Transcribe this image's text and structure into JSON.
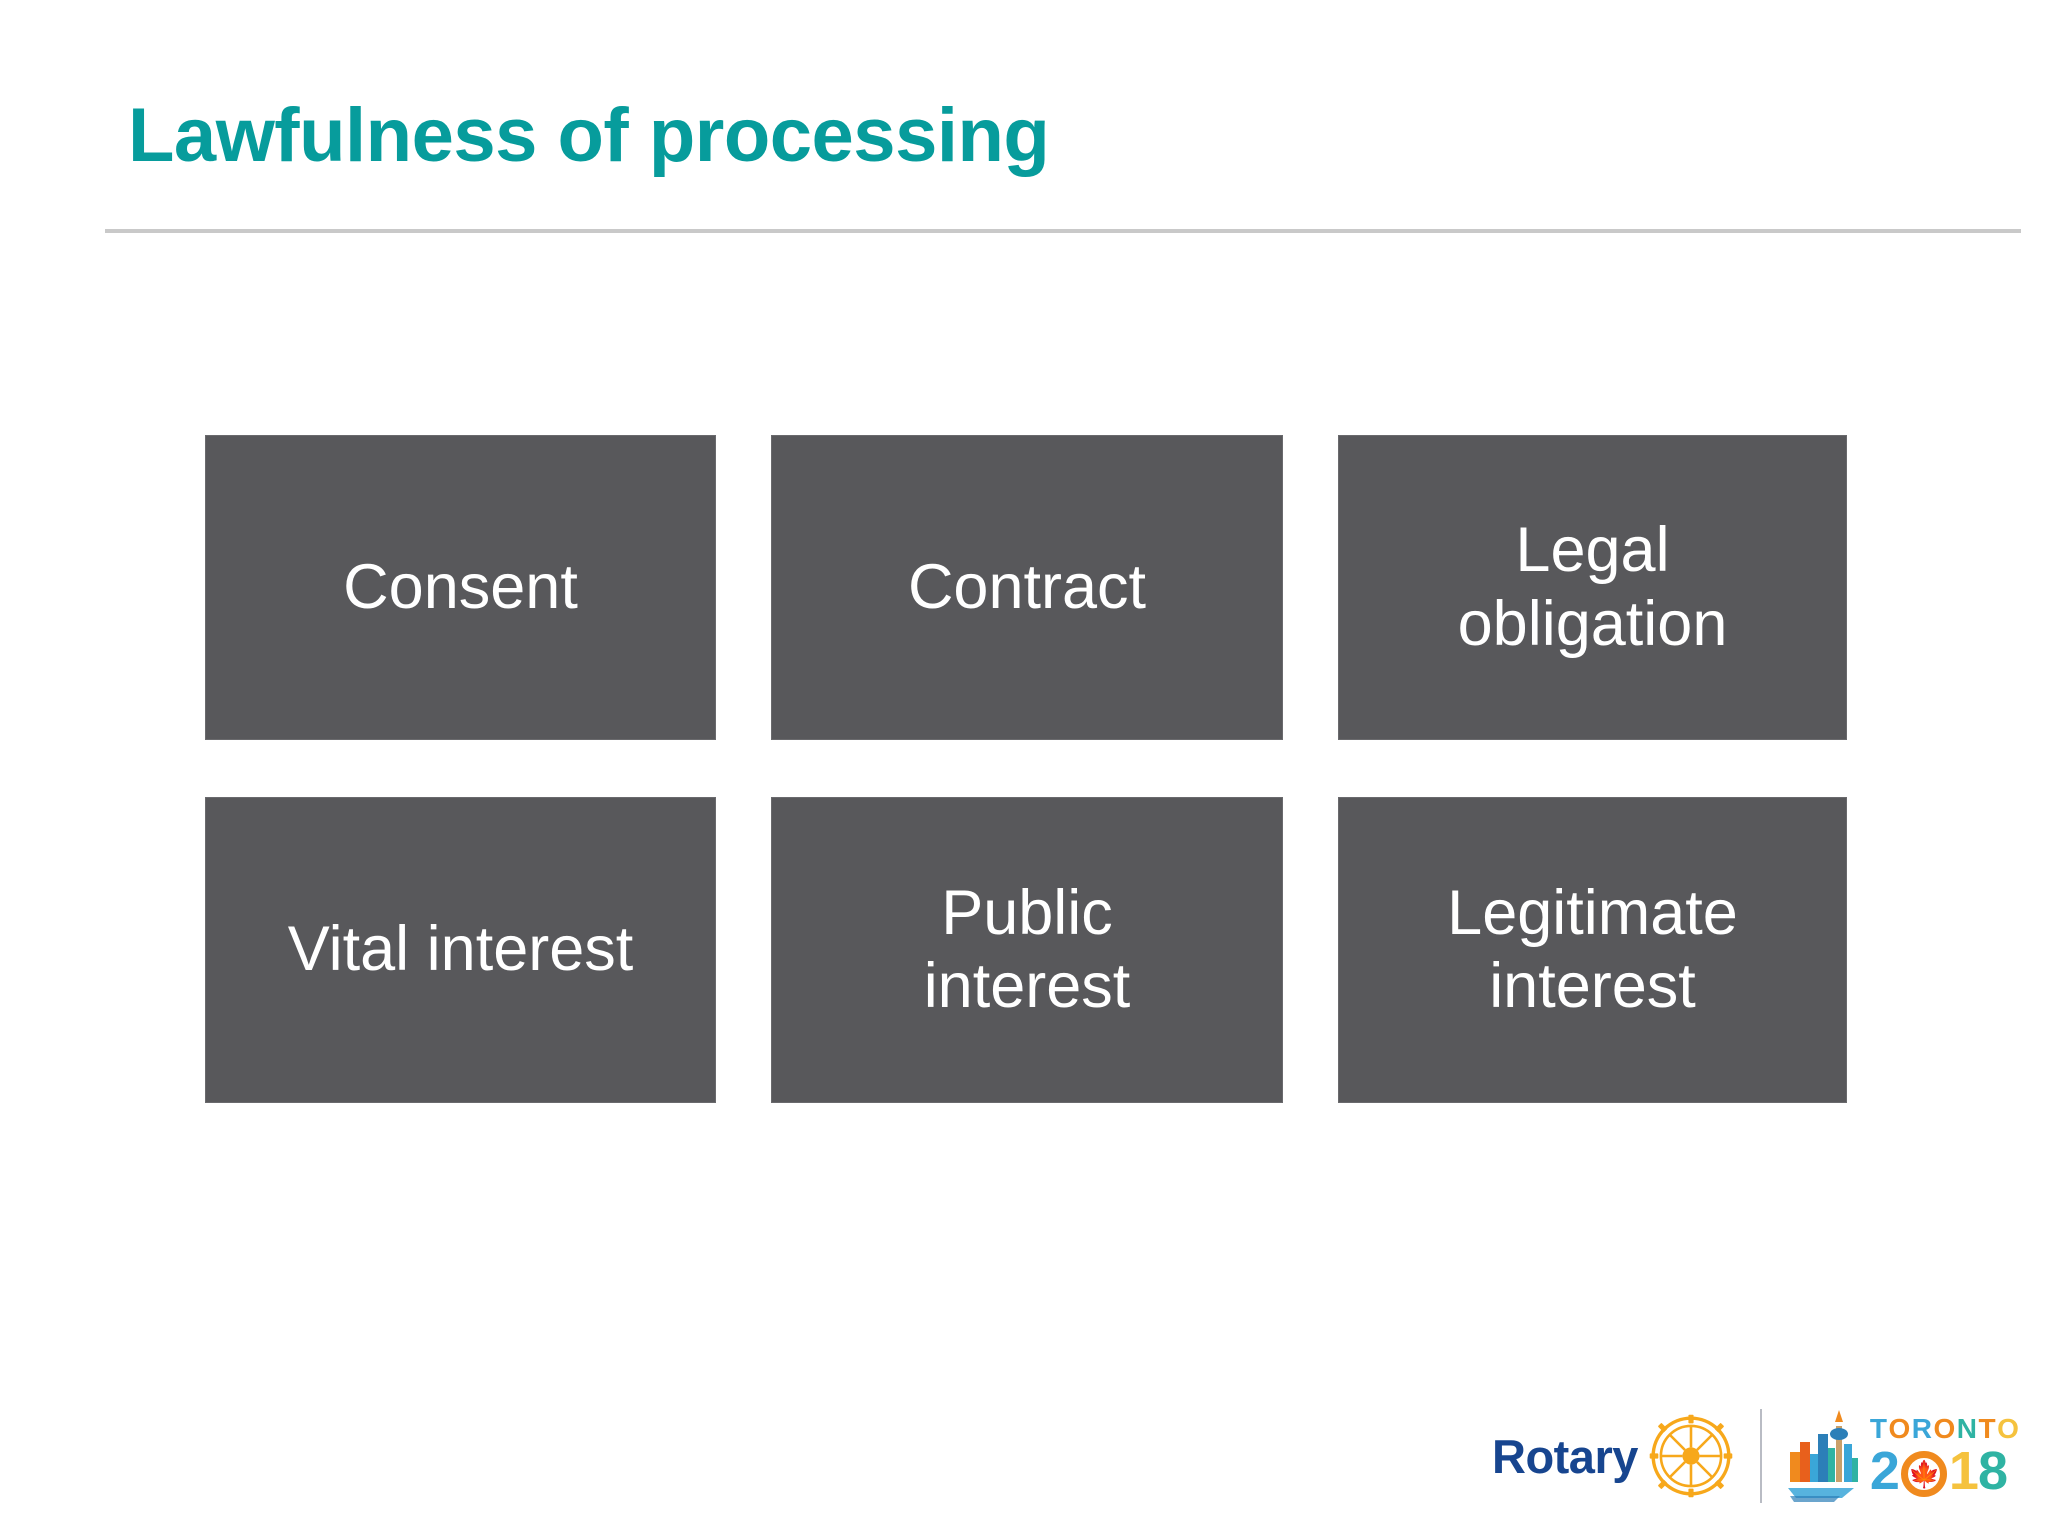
{
  "slide": {
    "title": "Lawfulness of processing",
    "background_color": "#ffffff",
    "title_color": "#079c9c",
    "rule_color": "#c9c9c9"
  },
  "boxes": {
    "fill_color": "#58585b",
    "text_color": "#ffffff",
    "items": [
      {
        "label": "Consent"
      },
      {
        "label": "Contract"
      },
      {
        "label": "Legal\nobligation"
      },
      {
        "label": "Vital interest"
      },
      {
        "label": "Public\ninterest"
      },
      {
        "label": "Legitimate\ninterest"
      }
    ]
  },
  "footer": {
    "rotary": {
      "wordmark": "Rotary",
      "wordmark_color": "#17458f",
      "gear_icon": "rotary-gear-icon",
      "gear_color": "#f7a81b"
    },
    "toronto": {
      "skyline_icon": "toronto-skyline-icon",
      "word": "TORONTO",
      "word_letters": [
        {
          "char": "T",
          "color": "#3aa6d8"
        },
        {
          "char": "O",
          "color": "#f08a1e"
        },
        {
          "char": "R",
          "color": "#3aa6d8"
        },
        {
          "char": "O",
          "color": "#f08a1e"
        },
        {
          "char": "N",
          "color": "#2fb3a3"
        },
        {
          "char": "T",
          "color": "#f08a1e"
        },
        {
          "char": "O",
          "color": "#f5c23e"
        }
      ],
      "year_parts": [
        {
          "char": "2",
          "color": "#3aa6d8"
        },
        {
          "char": "0",
          "color": "#f08a1e"
        },
        {
          "char": "1",
          "color": "#f5c23e"
        },
        {
          "char": "8",
          "color": "#2fb3a3"
        }
      ],
      "maple_leaf_icon": "maple-leaf-icon",
      "maple_leaf_color": "#e03a2f"
    }
  }
}
